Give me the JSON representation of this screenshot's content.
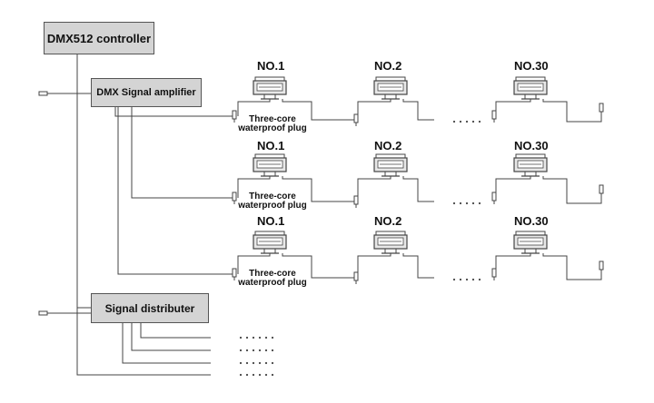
{
  "controller": {
    "label": "DMX512 controller"
  },
  "amplifier": {
    "label": "DMX Signal amplifier"
  },
  "distributer": {
    "label": "Signal distributer"
  },
  "rows": [
    {
      "fixtures": [
        "NO.1",
        "NO.2",
        "NO.30"
      ],
      "plug_line1": "Three-core",
      "plug_line2": "waterproof plug"
    },
    {
      "fixtures": [
        "NO.1",
        "NO.2",
        "NO.30"
      ],
      "plug_line1": "Three-core",
      "plug_line2": "waterproof plug"
    },
    {
      "fixtures": [
        "NO.1",
        "NO.2",
        "NO.30"
      ],
      "plug_line1": "Three-core",
      "plug_line2": "waterproof plug"
    }
  ],
  "colors": {
    "box_fill": "#d4d4d4",
    "line": "#444444",
    "text": "#111111"
  }
}
